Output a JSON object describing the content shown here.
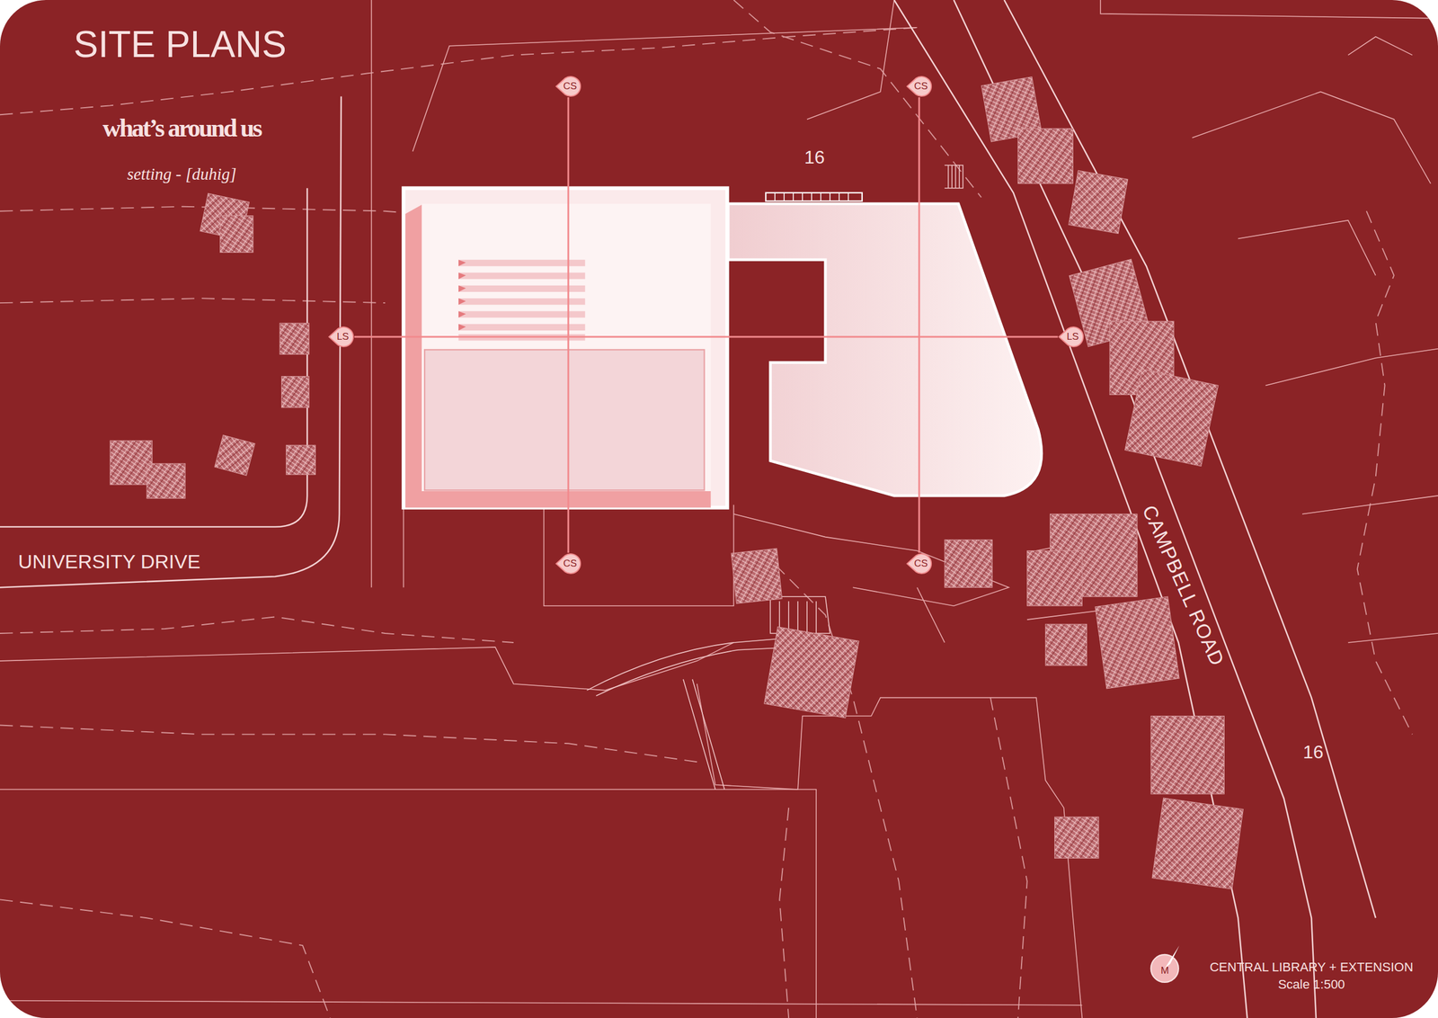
{
  "diagram": {
    "title": "SITE PLANS",
    "nodes": [
      {
        "text": [
          "CS"
        ]
      },
      {
        "text": [
          "CS"
        ]
      },
      {
        "text": [
          "LS"
        ]
      },
      {
        "text": [
          "LS"
        ]
      },
      {
        "text": [
          "CS"
        ]
      },
      {
        "text": [
          "CS"
        ]
      }
    ],
    "edges": [
      {
        "from": 0,
        "to": 4,
        "arrow": "none"
      },
      {
        "from": 2,
        "to": 3,
        "arrow": "none"
      },
      {
        "from": 1,
        "to": 5,
        "arrow": "none"
      }
    ],
    "labels": [
      "what’s around us",
      "setting - [duhig]",
      "16",
      "UNIVERSITY DRIVE",
      "CAMPBELL ROAD",
      "16",
      "M",
      "CENTRAL LIBRARY + EXTENSION",
      "Scale 1:500"
    ]
  }
}
